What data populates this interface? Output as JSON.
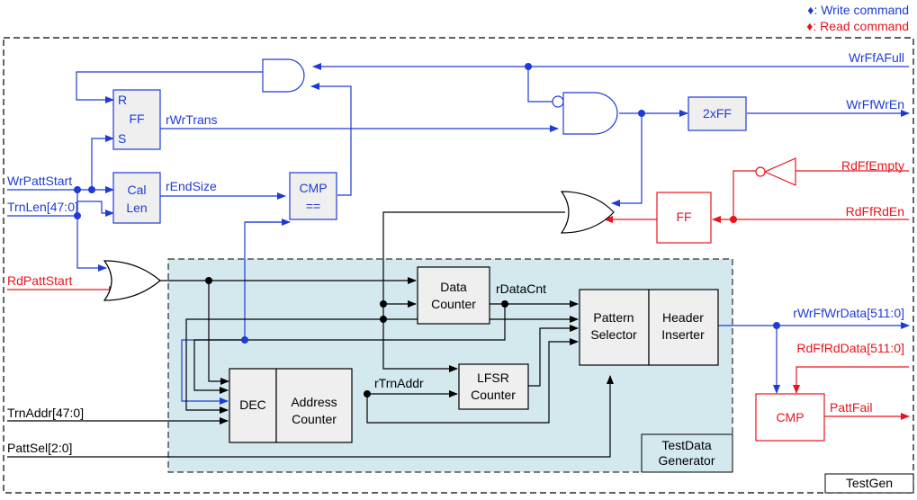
{
  "legend": {
    "write": "♦: Write command",
    "read": "♦: Read command"
  },
  "colors": {
    "write": "#1f3bd6",
    "read": "#e8141c",
    "black": "#000000",
    "region_fill": "#d3e9ee"
  },
  "modules": {
    "testgen": "TestGen",
    "testdata_line1": "TestData",
    "testdata_line2": "Generator"
  },
  "blocks": {
    "ff_r": "R",
    "ff_ff": "FF",
    "ff_s": "S",
    "callen_1": "Cal",
    "callen_2": "Len",
    "cmp_1": "CMP",
    "cmp_2": "==",
    "twoff": "2xFF",
    "rd_ff": "FF",
    "data_counter_1": "Data",
    "data_counter_2": "Counter",
    "dec": "DEC",
    "addr_counter_1": "Address",
    "addr_counter_2": "Counter",
    "lfsr_1": "LFSR",
    "lfsr_2": "Counter",
    "pattern_1": "Pattern",
    "pattern_2": "Selector",
    "header_1": "Header",
    "header_2": "Inserter",
    "cmp_fail": "CMP"
  },
  "signals": {
    "wrffafull": "WrFfAFull",
    "wrffwren": "WrFfWrEn",
    "rwrtrans": "rWrTrans",
    "wrpattstart": "WrPattStart",
    "trnlen": "TrnLen[47:0]",
    "rendsize": "rEndSize",
    "rdffempty": "RdFfEmpty",
    "rdffrden": "RdFfRdEn",
    "rdpattstart": "RdPattStart",
    "rdatacnt": "rDataCnt",
    "rwrffwrdata": "rWrFfWrData[511:0]",
    "rdffrddata": "RdFfRdData[511:0]",
    "rtrnaddr": "rTrnAddr",
    "pattfail": "PattFail",
    "trnaddr": "TrnAddr[47:0]",
    "pattsel": "PattSel[2:0]"
  }
}
